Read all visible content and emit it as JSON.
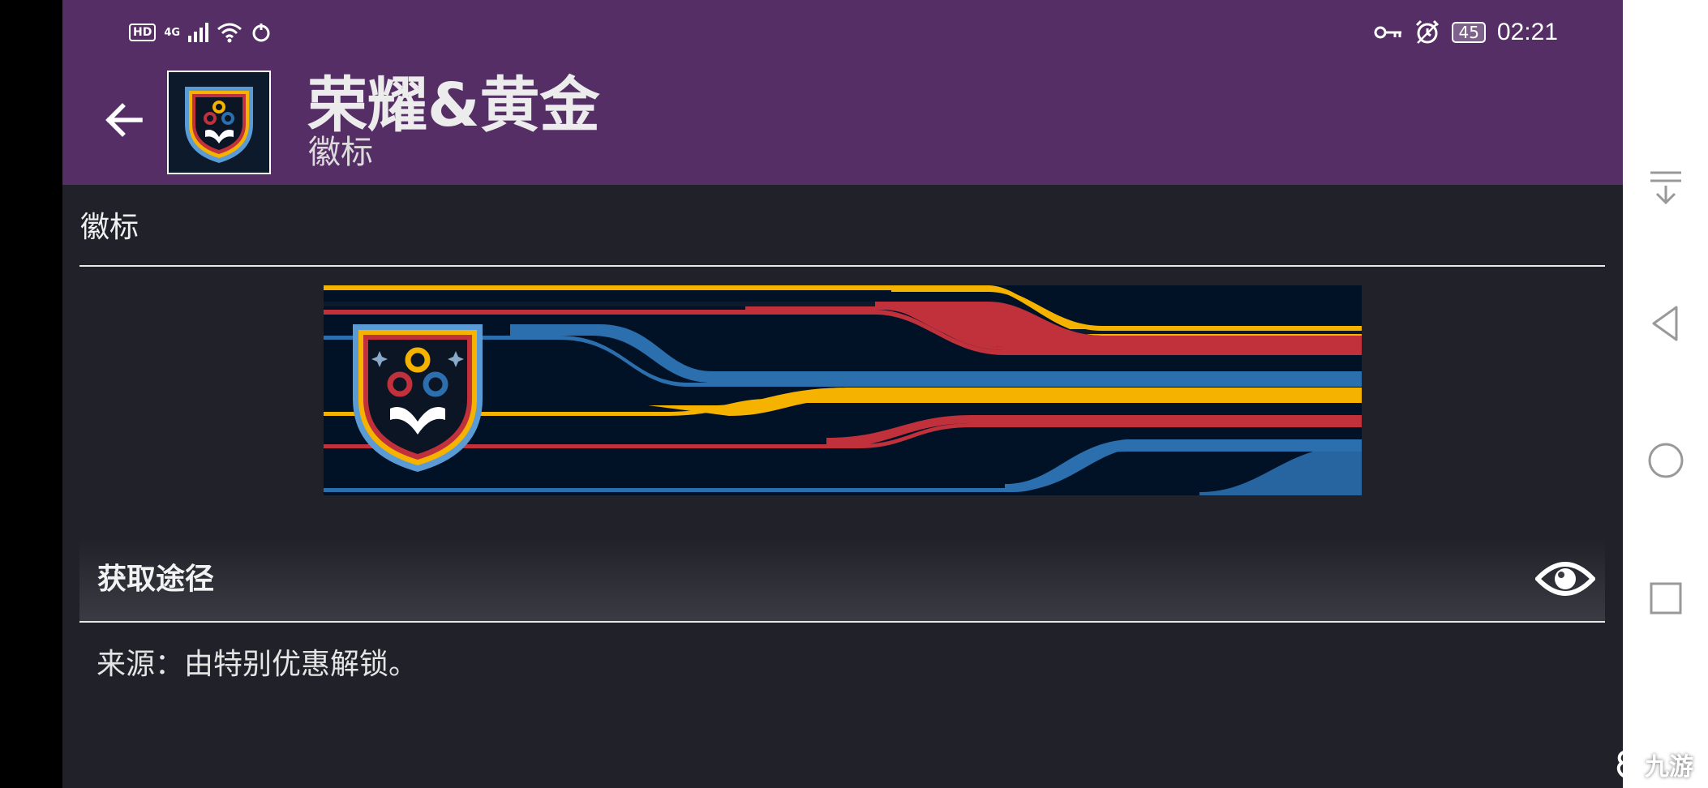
{
  "status_bar": {
    "hd_badge": "HD",
    "signal_type": "4G",
    "battery_level": "45",
    "time": "02:21",
    "icons": [
      "hd-badge",
      "signal-icon",
      "wifi-icon",
      "sync-icon",
      "key-icon",
      "alarm-icon",
      "battery-icon"
    ]
  },
  "header": {
    "title": "荣耀&黄金",
    "subtitle": "徽标",
    "back_icon": "arrow-left-icon",
    "emblem_icon": "shield-emblem-icon",
    "background_color": "#552e66"
  },
  "section": {
    "label": "徽标"
  },
  "banner": {
    "emblem_icon": "shield-emblem-icon",
    "colors": {
      "yellow": "#f5b300",
      "red": "#c0313c",
      "blue": "#2b6fae",
      "background": "#021226"
    }
  },
  "acquisition": {
    "label": "获取途径",
    "eye_icon": "eye-icon",
    "source_text": "来源：由特别优惠解锁。"
  },
  "navigation_bar": {
    "icons": [
      "pull-down-icon",
      "back-triangle-icon",
      "home-circle-icon",
      "recent-square-icon"
    ]
  },
  "watermark": {
    "text": "九游"
  }
}
